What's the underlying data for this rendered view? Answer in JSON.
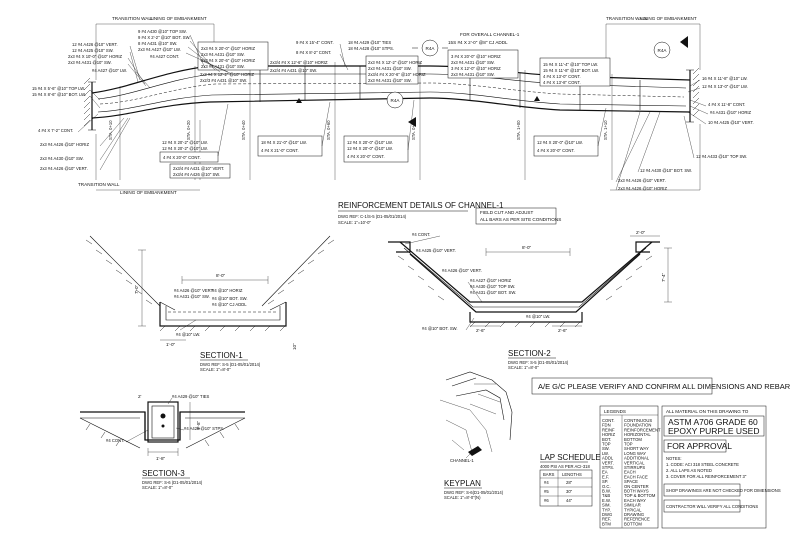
{
  "plan": {
    "transition_wall_left": "TRANSITION WALL",
    "lining_left_top": "LINING OF EMBANKMENT",
    "transition_wall_right": "TRANSITION WALL",
    "lining_right_top": "LINING OF EMBANKMENT",
    "lining_left_bottom": "LINING OF EMBANKMENT",
    "transition_wall_left_bottom": "TRANSITION WALL",
    "overall_note_1": "FOR OVERALL CHANNEL-1",
    "overall_note_2": "15S #4 X 2'-0\" @8\" CJ ADDL",
    "sta_labels": [
      "STA. 0+10",
      "STA. 0+20",
      "STA. 0+40",
      "STA. 0+60",
      "STA. 0+75",
      "STA. 1+00",
      "STA. 1+10"
    ],
    "left_callouts": [
      "12 #4 A426 @10\" VERT.",
      "12 #4 A425 @10\" SW.",
      "2x3 #4 X 10'-0\" @10\" HORIZ",
      "2x3 #4 A431 @10\" SW.",
      "#4 A427 @10\" LW.",
      "15 #4 X 5'-6\" @10\" TOP LW.",
      "15 #4 X 8'-6\" @10\" BOT. LW.",
      "4 #4 X 7'-2\" CONT.",
      "2x3 #4 A426 @10\" HORIZ",
      "2x3 #4 A430 @10\" SW.",
      "2x3 #4 A426 @10\" VERT."
    ],
    "top_callouts": [
      "9 #4 A430 @10\" TOP SW.",
      "9 #4 X 2'-2\" @10\" BOT. SW.",
      "8 #4 A431 @10\" SW.",
      "2x3 #4 A427 @10\" LW.",
      "#4 A427 CONT.",
      "2x3 #4 X 20'-0\" @10\" HORIZ",
      "2x3 #4 A431 @10\" SW.",
      "2x3 #4 X 20'-6\" @10\" HORIZ",
      "2x3 #4 A431 @10\" SW.",
      "2x3 #4 X 12'-2\" @10\" HORIZ",
      "2x2/3 #4 A431 @10\" SW.",
      "9 #4 X 15'-4\" CONT.",
      "8 #4 X 8'-2\" CONT.",
      "2x3/4 #4 X 12'-6\" @10\" HORIZ",
      "2x2/4 #4 A431 @10\" SW.",
      "18 #4 A429 @10\" TIES",
      "18 #4 A428 @10\" STPS.",
      "2x3 #4 X 12'-2\" @10\" HORIZ",
      "2x3 #4 A431 @10\" SW.",
      "2x3/4 #4 X 20'-6\" @10\" HORIZ",
      "2x3 #4 A431 @10\" SW."
    ],
    "right_callouts": [
      "3 #4 X 20'-0\" @10\" HORIZ",
      "2x3 #4 A431 @10\" SW.",
      "3 #4 X 12'-0\" @10\" HORIZ",
      "2x3 #4 A431 @10\" SW.",
      "15 #4 X 11'-4\" @10\" TOP LW.",
      "15 #4 X 11'-8\" @10\" BOT. LW.",
      "4 #4 X 13'-0\" CONT.",
      "4 #4 X 13'-8\" CONT.",
      "16 #4 X 11'-8\" @10\" LW.",
      "12 #4 X 13'-0\" @10\" LW.",
      "4 #4 X 11'-8\" CONT.",
      "#4 A431 @10\" HORIZ",
      "10 #4 A425 @10\" VERT.",
      "12 #4 A433 @10\" TOP SW.",
      "12 #4 A430 @10\" BOT. SW.",
      "2x3 #4 A426 @10\" VERT.",
      "2x3 #4 A426 @10\" HORIZ"
    ],
    "bottom_callouts": [
      "12 #4 X 20'-2\" @10\" LW.",
      "12 #4 X 20'-2\" @10\" LW.",
      "4 #4 X 20'-0\" CONT.",
      "18 #4 X 21'-0\" @10\" LW.",
      "4 #4 X 21'-0\" CONT.",
      "12 #4 X 20'-0\" @10\" LW.",
      "12 #4 X 20'-0\" @10\" LW.",
      "4 #4 X 20'-0\" CONT.",
      "12 #4 X 20'-0\" @10\" LW.",
      "4 #4 X 20'-0\" CONT.",
      "2x3/4 #4 A431 @10\" VERT.",
      "2x3/4 #4 A426 @10\" SW."
    ],
    "section_markers": [
      "R4A",
      "R4A",
      "R4A"
    ]
  },
  "reinforcement_title": "REINFORCEMENT DETAILS OF CHANNEL-1",
  "reinforcement_ref": "DWG REF: C-1/S-5 (D1-05/01/2014)",
  "reinforcement_scale": "SCALE: 1\"=10'-0\"",
  "field_note": [
    "FIELD CUT AND ADJUST",
    "ALL BARS AS PER SITE CONDITIONS"
  ],
  "section1": {
    "title": "SECTION-1",
    "ref": "DWG REF: S-5 (D1-05/01/2014)",
    "scale": "SCALE: 1\"=8'-0\"",
    "dim_width": "8'-0\"",
    "dim_height": "7'-0\"",
    "dim_base": "1'-0\"",
    "dim_side": "10\"",
    "callouts": [
      "#4 A426 @10\" VERT.",
      "#4 A431 @10\" SW.",
      "#4 @10\" HORIZ",
      "#4 @10\" BOT. SW.",
      "#4 @10\" CJ ADDL",
      "#4 @10\" LW."
    ]
  },
  "section2": {
    "title": "SECTION-2",
    "ref": "DWG REF: S-5 (D1-05/01/2014)",
    "scale": "SCALE: 1\"=8'-0\"",
    "dim_top": "2'-0\"",
    "dim_width": "8'-0\"",
    "dim_left": "2'-6\"",
    "dim_right": "2'-6\"",
    "dim_h_left": "7'-4\"",
    "dim_h_right": "7'-4\"",
    "callouts": [
      "#4 CONT.",
      "#4 A425 @10\" VERT.",
      "#4 A426 @10\" VERT.",
      "#4 A427 @10\" HORIZ",
      "#4 A430 @10\" TOP SW.",
      "#4 A431 @10\" BOT. SW.",
      "#4 @10\" BOT. SW.",
      "#4 @10\" LW."
    ]
  },
  "section3": {
    "title": "SECTION-3",
    "ref": "DWG REF: S-6 (D1-05/01/2014)",
    "scale": "SCALE: 1\"=8'-0\"",
    "dim_width": "1'-8\"",
    "dim_height": "1'-8\"",
    "dim_side": "2'",
    "callouts": [
      "#4 A429 @10\" TIES",
      "#4 A428 @10\" STPS.",
      "#4 CONT."
    ]
  },
  "keyplan": {
    "title": "KEYPLAN",
    "ref": "DWG REF: S-6(D1-05/01/2014)",
    "scale": "SCALE: 1\"=8'-0\"(N)",
    "channel_label": "CHANNEL-1"
  },
  "verify_note": "A/E G/C PLEASE VERIFY AND CONFIRM ALL DIMENSIONS AND REBAR",
  "lap_schedule": {
    "title": "LAP SCHEDULE",
    "subtitle": "4000 PSI AS PER ACI-318",
    "headers": [
      "BARS",
      "LENGTHS"
    ],
    "rows": [
      [
        "#4",
        "28\""
      ],
      [
        "#5",
        "30\""
      ],
      [
        "#6",
        "44\""
      ]
    ]
  },
  "legends": {
    "title": "LEGENDS",
    "rows": [
      [
        "CONT.",
        "CONTINUOUS"
      ],
      [
        "FDN",
        "FOUNDATION"
      ],
      [
        "REINF",
        "REINFORCEMENT"
      ],
      [
        "HORIZ",
        "HORIZONTAL"
      ],
      [
        "BOT.",
        "BOTTOM"
      ],
      [
        "TOP",
        "TOP"
      ],
      [
        "SW.",
        "SHORT WAY"
      ],
      [
        "LW.",
        "LONG WAY"
      ],
      [
        "ADDL",
        "ADDITIONAL"
      ],
      [
        "VERT.",
        "VERTICAL"
      ],
      [
        "STPS.",
        "STIRRUPS"
      ],
      [
        "EA",
        "EACH"
      ],
      [
        "E.F.",
        "EACH FACE"
      ],
      [
        "SP.",
        "SPACE"
      ],
      [
        "O.C.",
        "ON CENTER"
      ],
      [
        "B.W.",
        "BOTH WAYS"
      ],
      [
        "T&B",
        "TOP & BOTTOM"
      ],
      [
        "E.W.",
        "EACH WAY"
      ],
      [
        "SIM.",
        "SIMILAR"
      ],
      [
        "TYP.",
        "TYPICAL"
      ],
      [
        "DWG",
        "DRAWING"
      ],
      [
        "REF.",
        "REFERENCE"
      ],
      [
        "BTM",
        "BOTTOM"
      ]
    ]
  },
  "material": {
    "intro": "ALL MATERIAL ON THIS DRAWING TO",
    "line1": "ASTM A706 GRADE 60",
    "line2": "EPOXY PURPLE USED",
    "approval": "FOR APPROVAL",
    "notes_title": "NOTES:",
    "notes": [
      "1. CODE: ACI 318 STEEL CONCRETE",
      "2. ALL LAPS AS NOTED",
      "3. COVER FOR ALL REINFORCEMENT 3\""
    ],
    "disclaimer_1": "SHOP DRAWINGS ARE NOT CHECKED FOR DIMENSIONS",
    "disclaimer_2": "CONTRACTOR WILL VERIFY ALL CONDITIONS"
  }
}
